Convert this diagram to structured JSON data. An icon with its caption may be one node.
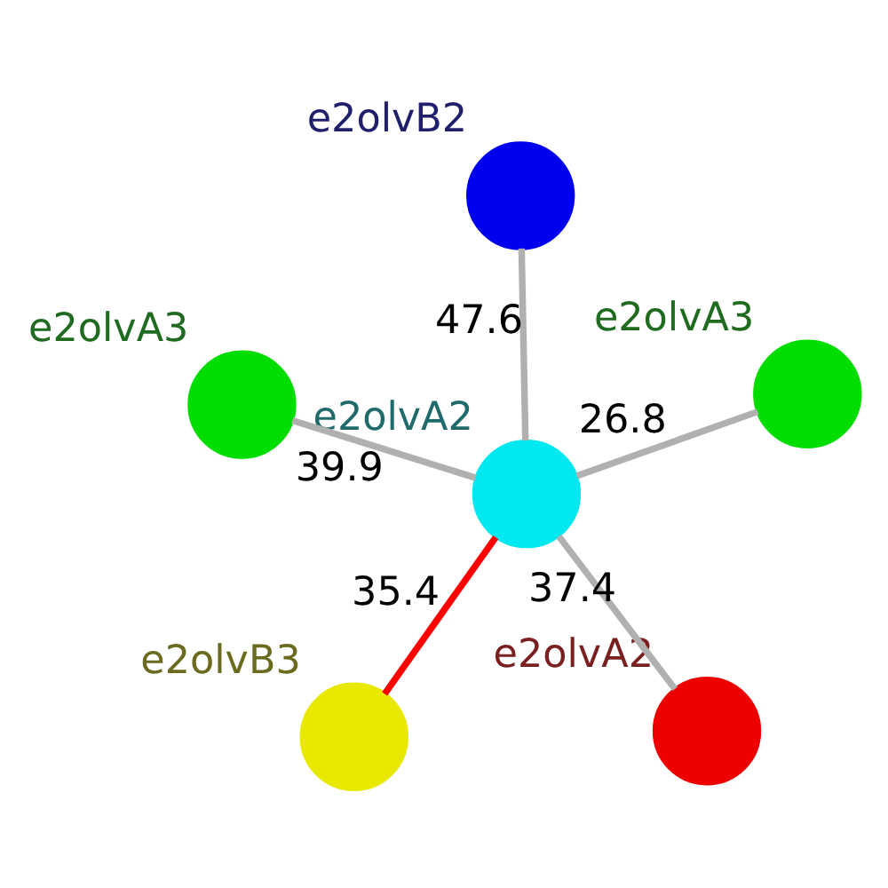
{
  "diagram": {
    "nodes": [
      {
        "text": [],
        "shape": "circle",
        "beside": [
          "e2olvB3"
        ]
      },
      {
        "text": [],
        "shape": "circle",
        "beside": [
          "e2olvA2"
        ]
      },
      {
        "text": [],
        "shape": "circle",
        "beside": [
          "e2olvA2"
        ]
      },
      {
        "text": [],
        "shape": "circle",
        "beside": [
          "e2olvB2"
        ]
      },
      {
        "text": [],
        "shape": "circle",
        "beside": [
          "e2olvA3"
        ]
      },
      {
        "text": [],
        "shape": "circle",
        "beside": [
          "e2olvA3"
        ]
      }
    ],
    "edges": [
      {
        "from": 2,
        "to": 0,
        "arrow": "none",
        "label": "35.4",
        "color": "#ff0000"
      },
      {
        "from": 2,
        "to": 1,
        "arrow": "none",
        "label": "37.4"
      },
      {
        "from": 2,
        "to": 3,
        "arrow": "none",
        "label": "47.6"
      },
      {
        "from": 2,
        "to": 4,
        "arrow": "none",
        "label": "26.8"
      },
      {
        "from": 2,
        "to": 5,
        "arrow": "none",
        "label": "39.9"
      }
    ]
  }
}
